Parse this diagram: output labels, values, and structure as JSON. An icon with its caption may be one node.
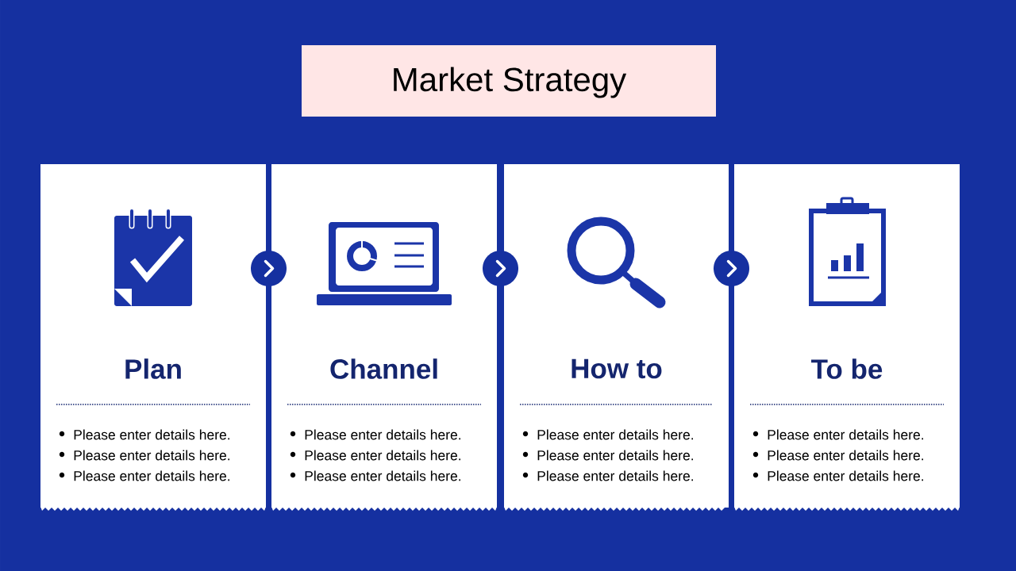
{
  "diagram": {
    "title": "Market Strategy",
    "nodes": [
      {
        "text": [
          "Plan",
          "Please enter details here.",
          "Please enter details here.",
          "Please enter details here."
        ]
      },
      {
        "text": [
          "Channel",
          "Please enter details here.",
          "Please enter details here.",
          "Please enter details here."
        ]
      },
      {
        "text": [
          "How to",
          "Please enter details here.",
          "Please enter details here.",
          "Please enter details here."
        ]
      },
      {
        "text": [
          "To be",
          "Please enter details here.",
          "Please enter details here.",
          "Please enter details here."
        ]
      }
    ],
    "edges": [
      {
        "from": 0,
        "to": 1,
        "arrow": "to"
      },
      {
        "from": 1,
        "to": 2,
        "arrow": "to"
      },
      {
        "from": 2,
        "to": 3,
        "arrow": "to"
      }
    ]
  }
}
